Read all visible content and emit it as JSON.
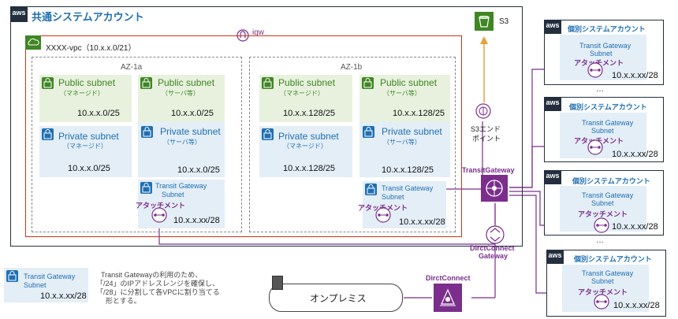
{
  "main_account": {
    "title": "共通システムアカウント",
    "igw": "igw",
    "s3": "S3",
    "s3_endpoint": [
      "S3エンド",
      "ポイント"
    ],
    "vpc_label": "XXXX-vpc（10.x.x.0/21）",
    "az1": "AZ-1a",
    "az2": "AZ-1b",
    "subnets": [
      {
        "title": "Public subnet",
        "note": "（マネージド）",
        "cidr": "10.x.x.0/25"
      },
      {
        "title": "Public subnet",
        "note": "（サーバ等）",
        "cidr": "10.x.x.0/25"
      },
      {
        "title": "Private subnet",
        "note": "（マネージド）",
        "cidr": "10.x.x.0/25"
      },
      {
        "title": "Private subnet",
        "note": "（サーバ等）",
        "cidr": "10.x.x.0/25"
      },
      {
        "title": "Public subnet",
        "note": "（マネージド）",
        "cidr": "10.x.x.128/25"
      },
      {
        "title": "Public subnet",
        "note": "（サーバ等）",
        "cidr": "10.x.x.128/25"
      },
      {
        "title": "Private subnet",
        "note": "（マネージド）",
        "cidr": "10.x.x.128/25"
      },
      {
        "title": "Private subnet",
        "note": "（サーバ等）",
        "cidr": "10.x.x.128/25"
      }
    ],
    "tgw_subnet_1": {
      "title": [
        "Transit Gateway",
        "Subnet"
      ],
      "attach": "アタッチメント",
      "cidr": "10.x.x.xx/28"
    },
    "tgw_subnet_2": {
      "title": [
        "Transit Gateway",
        "Subnet"
      ],
      "attach": "アタッチメント",
      "cidr": "10.x.x.xx/28"
    }
  },
  "transit_gateway": "TransitGateway",
  "dx_gateway": [
    "DirctConnect",
    "Gateway"
  ],
  "dx": "DirctConnect",
  "onprem": "オンプレミス",
  "legend": {
    "title": [
      "Transit Gateway",
      "Subnet"
    ],
    "cidr": "10.x.x.xx/28",
    "note": [
      "Transit Gatewayの利用のため、",
      "「/24」のIPアドレスレンジを確保し、",
      "「/28」に分割して各VPCに割り当てる",
      "形とする。"
    ]
  },
  "aws_badge": "aws",
  "ellipsis": "…",
  "accounts": [
    {
      "title": "個別システムアカウント",
      "tgw": [
        "Transit Gateway",
        "Subnet"
      ],
      "attach": "アタッチメント",
      "cidr": "10.x.x.xx/28"
    },
    {
      "title": "個別システムアカウント",
      "tgw": [
        "Transit Gateway",
        "Subnet"
      ],
      "attach": "アタッチメント",
      "cidr": "10.x.x.xx/28"
    },
    {
      "title": "個別システムアカウント",
      "tgw": [
        "Transit Gateway",
        "Subnet"
      ],
      "attach": "アタッチメント",
      "cidr": "10.x.x.xx/28"
    },
    {
      "title": "個別システムアカウント",
      "tgw": [
        "Transit Gateway",
        "Subnet"
      ],
      "attach": "アタッチメント",
      "cidr": "10.x.x.xx/28"
    }
  ],
  "colors": {
    "purple": "#7b2e8c",
    "green": "#3f8624",
    "blue": "#1f6fb2",
    "red": "#d13212",
    "dark": "#232f3e"
  }
}
